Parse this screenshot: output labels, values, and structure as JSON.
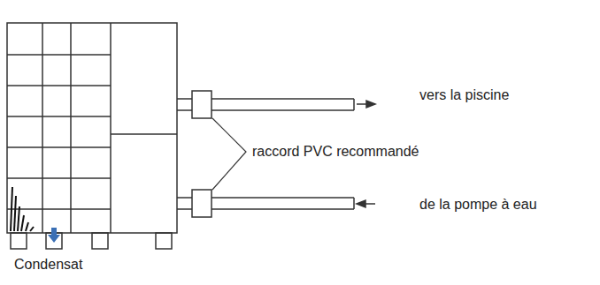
{
  "diagram": {
    "labels": [
      "vers la piscine",
      "raccord PVC recommandé",
      "de la pompe à eau",
      "Condensat"
    ]
  }
}
